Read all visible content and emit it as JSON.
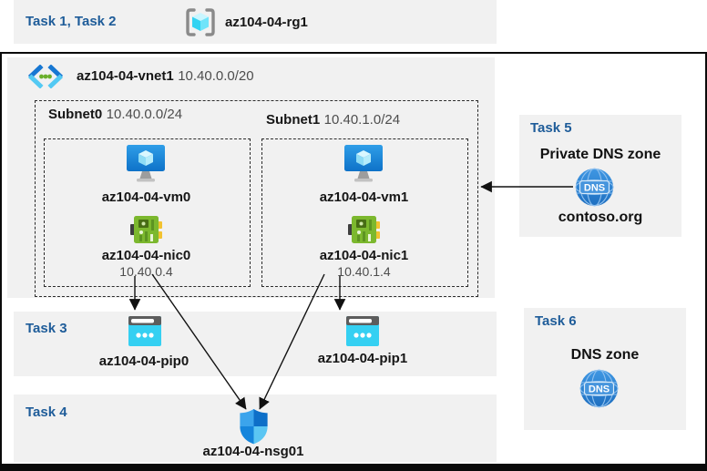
{
  "colors": {
    "accent_blue": "#1e5c99",
    "panel_gray": "#f1f1f1",
    "frame_black": "#0a0a0a",
    "cidr_gray": "#4d4d4d",
    "pip_cyan": "#35d0f2",
    "nic_green": "#7cb82e",
    "dns_blue": "#2e86d6",
    "vm_blue": "#1079cf"
  },
  "header": {
    "task_label": "Task 1, Task 2",
    "resource_group": "az104-04-rg1",
    "resource_group_icon": "resource-group-icon"
  },
  "vnet": {
    "name": "az104-04-vnet1",
    "cidr": "10.40.0.0/20",
    "icon": "virtual-network-icon"
  },
  "subnets": [
    {
      "name": "Subnet0",
      "cidr": "10.40.0.0/24",
      "vm": "az104-04-vm0",
      "nic": "az104-04-nic0",
      "ip": "10.40.0.4"
    },
    {
      "name": "Subnet1",
      "cidr": "10.40.1.0/24",
      "vm": "az104-04-vm1",
      "nic": "az104-04-nic1",
      "ip": "10.40.1.4"
    }
  ],
  "task3": {
    "label": "Task 3",
    "pip0": "az104-04-pip0",
    "pip1": "az104-04-pip1"
  },
  "task4": {
    "label": "Task 4",
    "nsg": "az104-04-nsg01"
  },
  "task5": {
    "label": "Task 5",
    "title": "Private DNS zone",
    "zone": "contoso.org",
    "dns_icon_text": "DNS"
  },
  "task6": {
    "label": "Task 6",
    "title": "DNS zone",
    "dns_icon_text": "DNS"
  }
}
